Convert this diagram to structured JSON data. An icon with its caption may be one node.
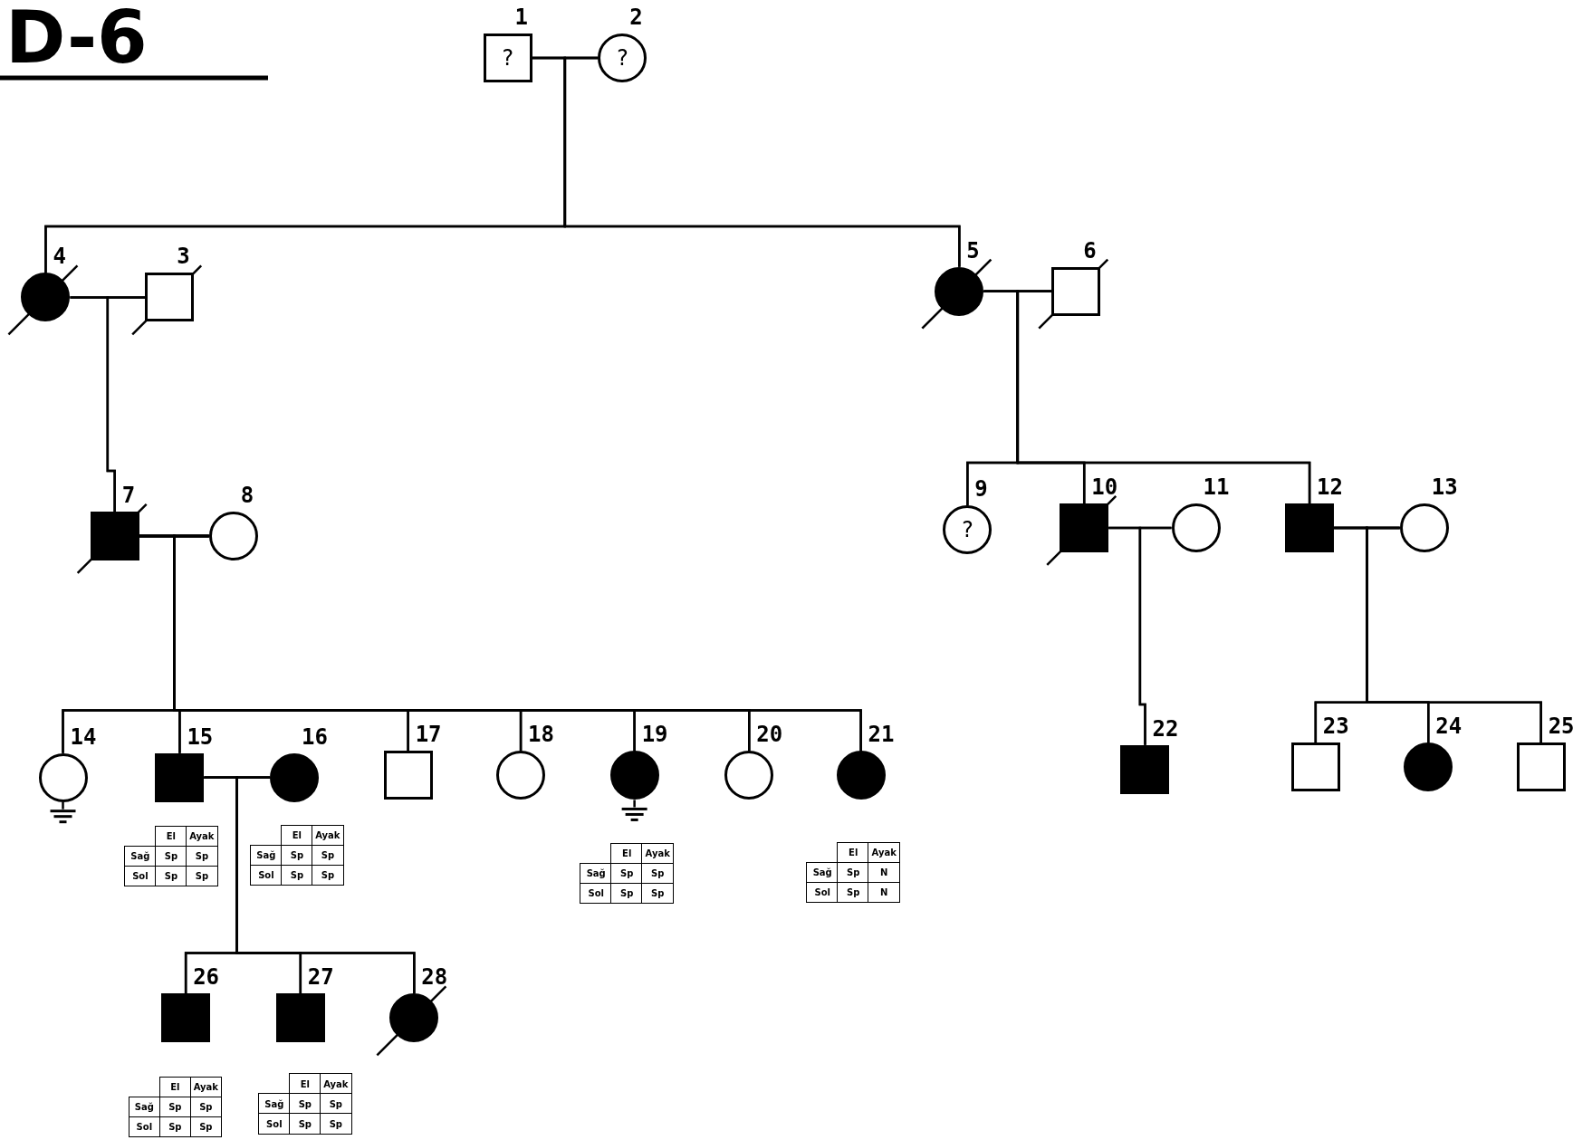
{
  "diagram": {
    "title": "D-6",
    "nodes": [
      {
        "text": [
          "1",
          "?"
        ]
      },
      {
        "text": [
          "2",
          "?"
        ]
      },
      {
        "text": [
          "3"
        ]
      },
      {
        "text": [
          "4"
        ]
      },
      {
        "text": [
          "5"
        ]
      },
      {
        "text": [
          "6"
        ]
      },
      {
        "text": [
          "7"
        ]
      },
      {
        "text": [
          "8"
        ]
      },
      {
        "text": [
          "9",
          "?"
        ]
      },
      {
        "text": [
          "10"
        ]
      },
      {
        "text": [
          "11"
        ]
      },
      {
        "text": [
          "12"
        ]
      },
      {
        "text": [
          "13"
        ]
      },
      {
        "text": [
          "14"
        ]
      },
      {
        "text": [
          "15"
        ],
        "beside": [
          "El",
          "Ayak",
          "Sağ",
          "Sp",
          "Sp",
          "Sol",
          "Sp",
          "Sp"
        ]
      },
      {
        "text": [
          "16"
        ],
        "beside": [
          "El",
          "Ayak",
          "Sağ",
          "Sp",
          "Sp",
          "Sol",
          "Sp",
          "Sp"
        ]
      },
      {
        "text": [
          "17"
        ]
      },
      {
        "text": [
          "18"
        ]
      },
      {
        "text": [
          "19"
        ],
        "beside": [
          "El",
          "Ayak",
          "Sağ",
          "Sp",
          "Sp",
          "Sol",
          "Sp",
          "Sp"
        ]
      },
      {
        "text": [
          "20"
        ]
      },
      {
        "text": [
          "21"
        ],
        "beside": [
          "El",
          "Ayak",
          "Sağ",
          "Sp",
          "N",
          "Sol",
          "Sp",
          "N"
        ]
      },
      {
        "text": [
          "22"
        ]
      },
      {
        "text": [
          "23"
        ]
      },
      {
        "text": [
          "24"
        ]
      },
      {
        "text": [
          "25"
        ]
      },
      {
        "text": [
          "26"
        ],
        "beside": [
          "El",
          "Ayak",
          "Sağ",
          "Sp",
          "Sp",
          "Sol",
          "Sp",
          "Sp"
        ]
      },
      {
        "text": [
          "27"
        ],
        "beside": [
          "El",
          "Ayak",
          "Sağ",
          "Sp",
          "Sp",
          "Sol",
          "Sp",
          "Sp"
        ]
      },
      {
        "text": [
          "28"
        ]
      }
    ],
    "edges": [
      {
        "from": 0,
        "to": 1,
        "arrow": "none"
      },
      {
        "from": 3,
        "to": 2,
        "arrow": "none"
      },
      {
        "from": 4,
        "to": 5,
        "arrow": "none"
      },
      {
        "from": 6,
        "to": 7,
        "arrow": "none"
      },
      {
        "from": 9,
        "to": 10,
        "arrow": "none"
      },
      {
        "from": 11,
        "to": 12,
        "arrow": "none"
      },
      {
        "from": 14,
        "to": 15,
        "arrow": "none"
      },
      {
        "from": 0,
        "to": 3,
        "arrow": "none"
      },
      {
        "from": 1,
        "to": 3,
        "arrow": "none"
      },
      {
        "from": 0,
        "to": 4,
        "arrow": "none"
      },
      {
        "from": 1,
        "to": 4,
        "arrow": "none"
      },
      {
        "from": 3,
        "to": 6,
        "arrow": "none"
      },
      {
        "from": 2,
        "to": 6,
        "arrow": "none"
      },
      {
        "from": 4,
        "to": 8,
        "arrow": "none"
      },
      {
        "from": 5,
        "to": 8,
        "arrow": "none"
      },
      {
        "from": 4,
        "to": 9,
        "arrow": "none"
      },
      {
        "from": 5,
        "to": 9,
        "arrow": "none"
      },
      {
        "from": 4,
        "to": 11,
        "arrow": "none"
      },
      {
        "from": 5,
        "to": 11,
        "arrow": "none"
      },
      {
        "from": 6,
        "to": 13,
        "arrow": "none"
      },
      {
        "from": 7,
        "to": 13,
        "arrow": "none"
      },
      {
        "from": 6,
        "to": 14,
        "arrow": "none"
      },
      {
        "from": 7,
        "to": 14,
        "arrow": "none"
      },
      {
        "from": 6,
        "to": 16,
        "arrow": "none"
      },
      {
        "from": 7,
        "to": 16,
        "arrow": "none"
      },
      {
        "from": 6,
        "to": 17,
        "arrow": "none"
      },
      {
        "from": 7,
        "to": 17,
        "arrow": "none"
      },
      {
        "from": 6,
        "to": 18,
        "arrow": "none"
      },
      {
        "from": 7,
        "to": 18,
        "arrow": "none"
      },
      {
        "from": 6,
        "to": 19,
        "arrow": "none"
      },
      {
        "from": 7,
        "to": 19,
        "arrow": "none"
      },
      {
        "from": 6,
        "to": 20,
        "arrow": "none"
      },
      {
        "from": 7,
        "to": 20,
        "arrow": "none"
      },
      {
        "from": 9,
        "to": 21,
        "arrow": "none"
      },
      {
        "from": 10,
        "to": 21,
        "arrow": "none"
      },
      {
        "from": 11,
        "to": 22,
        "arrow": "none"
      },
      {
        "from": 12,
        "to": 22,
        "arrow": "none"
      },
      {
        "from": 11,
        "to": 23,
        "arrow": "none"
      },
      {
        "from": 12,
        "to": 23,
        "arrow": "none"
      },
      {
        "from": 11,
        "to": 24,
        "arrow": "none"
      },
      {
        "from": 12,
        "to": 24,
        "arrow": "none"
      },
      {
        "from": 14,
        "to": 25,
        "arrow": "none"
      },
      {
        "from": 15,
        "to": 25,
        "arrow": "none"
      },
      {
        "from": 14,
        "to": 26,
        "arrow": "none"
      },
      {
        "from": 15,
        "to": 26,
        "arrow": "none"
      },
      {
        "from": 14,
        "to": 27,
        "arrow": "none"
      },
      {
        "from": 15,
        "to": 27,
        "arrow": "none"
      }
    ]
  }
}
